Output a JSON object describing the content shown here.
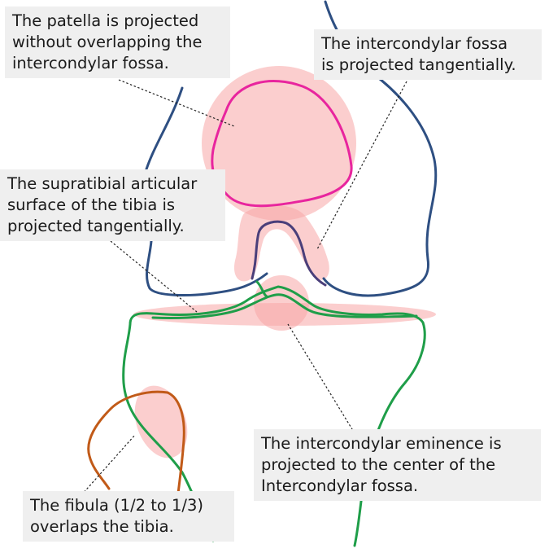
{
  "colors": {
    "highlight": "#f7a5a5",
    "femur": "#2e4f82",
    "patella": "#e8259e",
    "tibia": "#1f9e49",
    "fibula": "#c15a18",
    "fossa": "#4a3f7a",
    "label_bg": "#efefef",
    "leader": "#222222"
  },
  "labels": {
    "patella": [
      "The patella is projected",
      "without overlapping the",
      "intercondylar fossa."
    ],
    "fossa": [
      "The intercondylar fossa",
      "is projected tangentially."
    ],
    "tibial_surface": [
      "The supratibial articular",
      "surface of the tibia is",
      "projected tangentially."
    ],
    "eminence": [
      "The intercondylar eminence is",
      "projected to the center of the",
      "Intercondylar fossa."
    ],
    "fibula": [
      "The fibula (1/2 to 1/3)",
      "overlaps the tibia."
    ]
  }
}
